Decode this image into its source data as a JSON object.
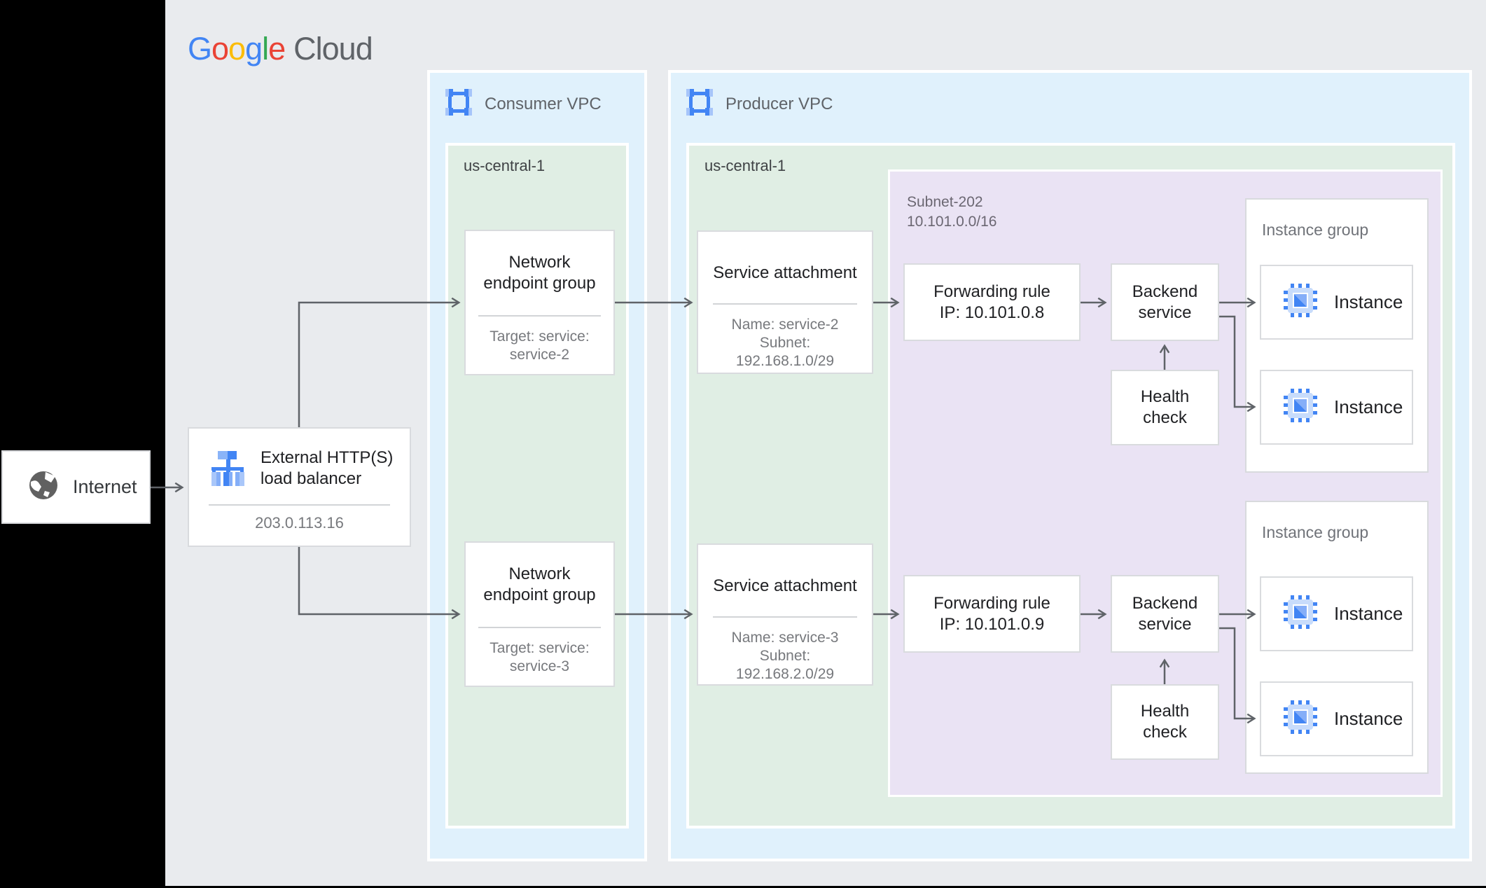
{
  "logo": {
    "letters": [
      {
        "ch": "G",
        "color": "#4285F4"
      },
      {
        "ch": "o",
        "color": "#EA4335"
      },
      {
        "ch": "o",
        "color": "#FBBC05"
      },
      {
        "ch": "g",
        "color": "#4285F4"
      },
      {
        "ch": "l",
        "color": "#34A853"
      },
      {
        "ch": "e",
        "color": "#EA4335"
      }
    ],
    "product": "Cloud"
  },
  "internet": {
    "label": "Internet",
    "icon": "globe-icon"
  },
  "load_balancer": {
    "icon": "load-balancer-icon",
    "title_line1": "External HTTP(S)",
    "title_line2": "load balancer",
    "ip": "203.0.113.16"
  },
  "consumer_vpc": {
    "icon": "vpc-icon",
    "label": "Consumer VPC",
    "region": {
      "label": "us-central-1",
      "negs": [
        {
          "title_line1": "Network",
          "title_line2": "endpoint group",
          "detail_line1": "Target: service:",
          "detail_line2": "service-2"
        },
        {
          "title_line1": "Network",
          "title_line2": "endpoint group",
          "detail_line1": "Target: service:",
          "detail_line2": "service-3"
        }
      ]
    }
  },
  "producer_vpc": {
    "icon": "vpc-icon",
    "label": "Producer VPC",
    "region": {
      "label": "us-central-1",
      "service_attachments": [
        {
          "title": "Service attachment",
          "detail_line1": "Name: service-2",
          "detail_line2": "Subnet:",
          "detail_line3": "192.168.1.0/29"
        },
        {
          "title": "Service attachment",
          "detail_line1": "Name: service-3",
          "detail_line2": "Subnet:",
          "detail_line3": "192.168.2.0/29"
        }
      ],
      "subnet": {
        "label_line1": "Subnet-202",
        "label_line2": "10.101.0.0/16",
        "rows": [
          {
            "forwarding_rule": {
              "line1": "Forwarding rule",
              "line2": "IP: 10.101.0.8"
            },
            "backend_service": {
              "line1": "Backend",
              "line2": "service"
            },
            "health_check": {
              "line1": "Health",
              "line2": "check"
            },
            "instance_group": {
              "label": "Instance group",
              "instances": [
                {
                  "label": "Instance",
                  "icon": "vm-instance-icon"
                },
                {
                  "label": "Instance",
                  "icon": "vm-instance-icon"
                }
              ]
            }
          },
          {
            "forwarding_rule": {
              "line1": "Forwarding rule",
              "line2": "IP: 10.101.0.9"
            },
            "backend_service": {
              "line1": "Backend",
              "line2": "service"
            },
            "health_check": {
              "line1": "Health",
              "line2": "check"
            },
            "instance_group": {
              "label": "Instance group",
              "instances": [
                {
                  "label": "Instance",
                  "icon": "vm-instance-icon"
                },
                {
                  "label": "Instance",
                  "icon": "vm-instance-icon"
                }
              ]
            }
          }
        ]
      }
    }
  },
  "colors": {
    "canvas_grey": "#e9ebee",
    "black_band": "#000000",
    "vpc_fill": "#e0f1fc",
    "region_fill": "#e0eee4",
    "subnet_fill": "#eae3f4",
    "card_border": "#d9dbde",
    "connector": "#5f6368",
    "title_text": "#202124",
    "secondary_text": "#77797d",
    "label_text": "#5f6368",
    "icon_blue": "#4285f4",
    "icon_blue_light": "#8ab4f8",
    "globe_grey": "#616161"
  }
}
